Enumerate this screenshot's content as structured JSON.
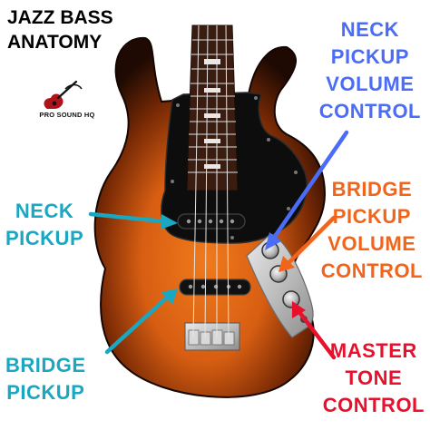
{
  "title": {
    "lines": [
      "JAZZ BASS",
      "ANATOMY"
    ]
  },
  "logo": {
    "text": "PRO SOUND HQ",
    "icon": "guitar-icon"
  },
  "labels": {
    "neck_volume": {
      "lines": [
        "NECK",
        "PICKUP",
        "VOLUME",
        "CONTROL"
      ],
      "color": "#4a6cf7"
    },
    "bridge_volume": {
      "lines": [
        "BRIDGE",
        "PICKUP",
        "VOLUME",
        "CONTROL"
      ],
      "color": "#f26419"
    },
    "neck_pickup": {
      "lines": [
        "NECK",
        "PICKUP"
      ],
      "color": "#1aa7c2"
    },
    "bridge_pickup": {
      "lines": [
        "BRIDGE",
        "PICKUP"
      ],
      "color": "#1aa7c2"
    },
    "master_tone": {
      "lines": [
        "MASTER",
        "TONE",
        "CONTROL"
      ],
      "color": "#e8102c"
    }
  }
}
